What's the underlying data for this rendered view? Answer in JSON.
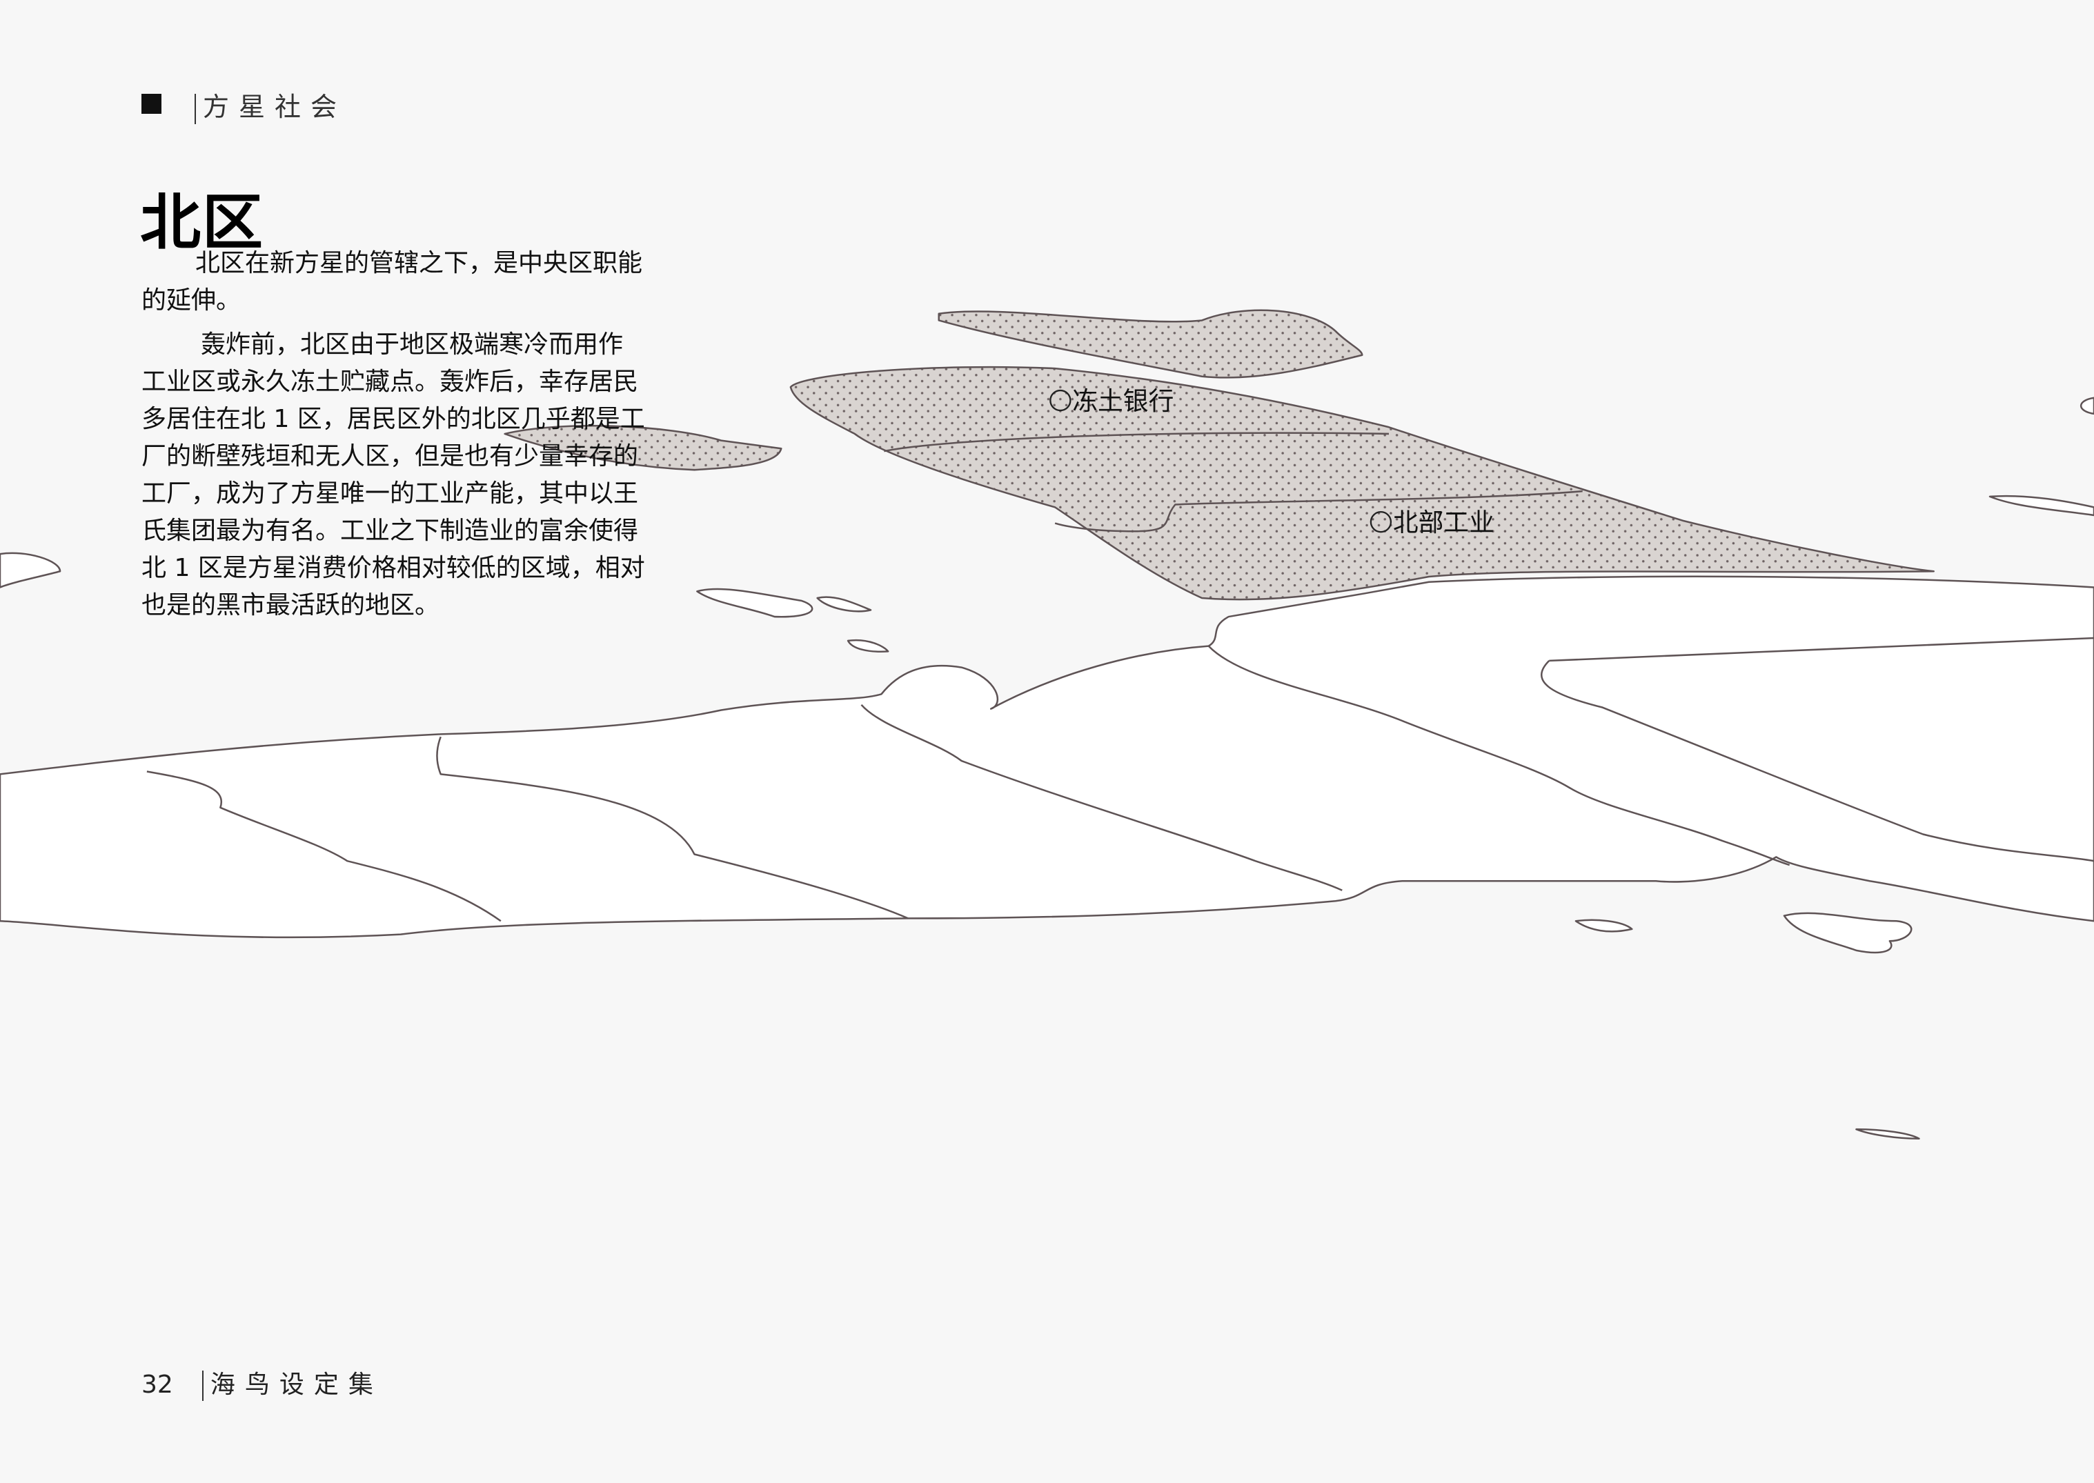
{
  "header": {
    "section": "方星社会"
  },
  "title": "北区",
  "paragraphs": [
    {
      "lines": [
        "北区在新方星的管辖之下，是中央区职能",
        "的延伸。"
      ]
    },
    {
      "lines": [
        "轰炸前，北区由于地区极端寒冷而用作",
        "工业区或永久冻土贮藏点。轰炸后，幸存居民",
        "多居住在北 1 区，居民区外的北区几乎都是工",
        "厂的断壁残垣和无人区，但是也有少量幸存的",
        "工厂，成为了方星唯一的工业产能，其中以王",
        "氏集团最为有名。工业之下制造业的富余使得",
        "北 1 区是方星消费价格相对较低的区域，相对",
        "也是的黑市最活跃的地区。"
      ]
    }
  ],
  "map": {
    "labels": [
      "冻土银行",
      "北部工业"
    ],
    "colors": {
      "region_fill": "#d9d4d1",
      "outline": "#5e5355",
      "land": "#ffffff"
    }
  },
  "footer": {
    "page_number": "32",
    "book_title": "海鸟设定集"
  }
}
